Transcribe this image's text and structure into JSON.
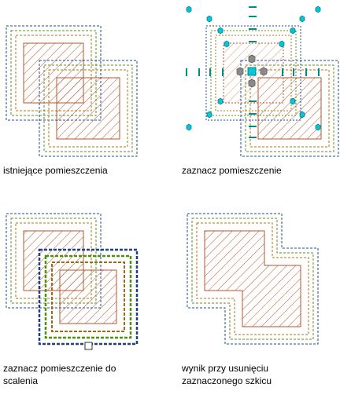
{
  "panels": [
    {
      "caption_lines": [
        "istniejące pomieszczenia"
      ]
    },
    {
      "caption_lines": [
        "zaznacz pomieszczenie"
      ]
    },
    {
      "caption_lines": [
        "zaznacz pomieszczenie do",
        "scalenia"
      ]
    },
    {
      "caption_lines": [
        "wynik przy usunięciu",
        "zaznaczonego szkicu"
      ]
    }
  ],
  "colors": {
    "outer_boundary": "#1f4f8f",
    "middle_boundary": "#5f8f1f",
    "inner_boundary": "#b07a10",
    "hatch": "#b4552f",
    "grip_cyan": "#00c8d8",
    "grip_gray": "#8a8a8a",
    "grip_teal": "#008a8a"
  }
}
